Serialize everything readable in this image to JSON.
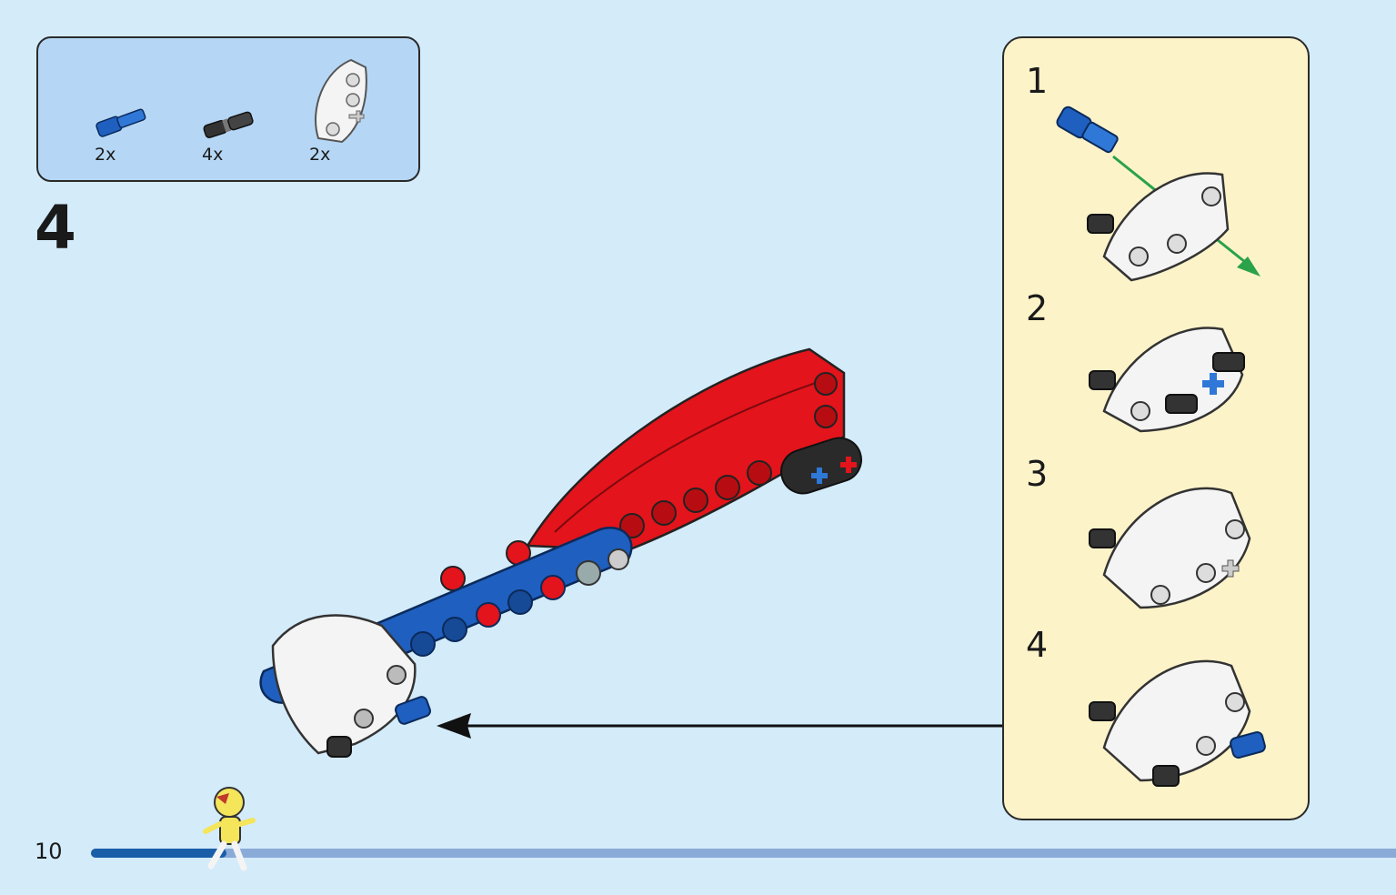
{
  "parts_list": [
    {
      "icon": "blue-axle-pin-icon",
      "count": "2x"
    },
    {
      "icon": "black-friction-pin-icon",
      "count": "4x"
    },
    {
      "icon": "white-panel-element-icon",
      "count": "2x"
    }
  ],
  "step_number": "4",
  "callout": {
    "substeps": [
      {
        "number": "1"
      },
      {
        "number": "2"
      },
      {
        "number": "3"
      },
      {
        "number": "4"
      }
    ]
  },
  "page_number": "10",
  "progress": {
    "fraction": 0.104
  },
  "colors": {
    "background": "#d4ebfa",
    "parts_box": "#b5d7f5",
    "callout": "#fdf3c9",
    "red_beam": "#e3141b",
    "blue_beam": "#1f5fbf",
    "progress_fill": "#1a5ea8",
    "progress_track": "#8aaad8"
  }
}
